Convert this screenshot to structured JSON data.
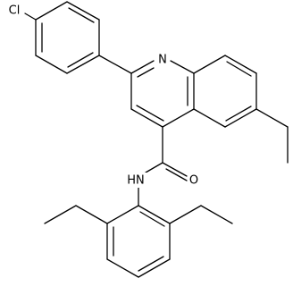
{
  "diagram": {
    "colors": {
      "bond": "#000000",
      "label": "#000000",
      "background": "#ffffff"
    },
    "atoms": {
      "chlorine": "Cl",
      "nitrogen": "N",
      "amide_nh": "HN",
      "oxygen": "O"
    }
  }
}
